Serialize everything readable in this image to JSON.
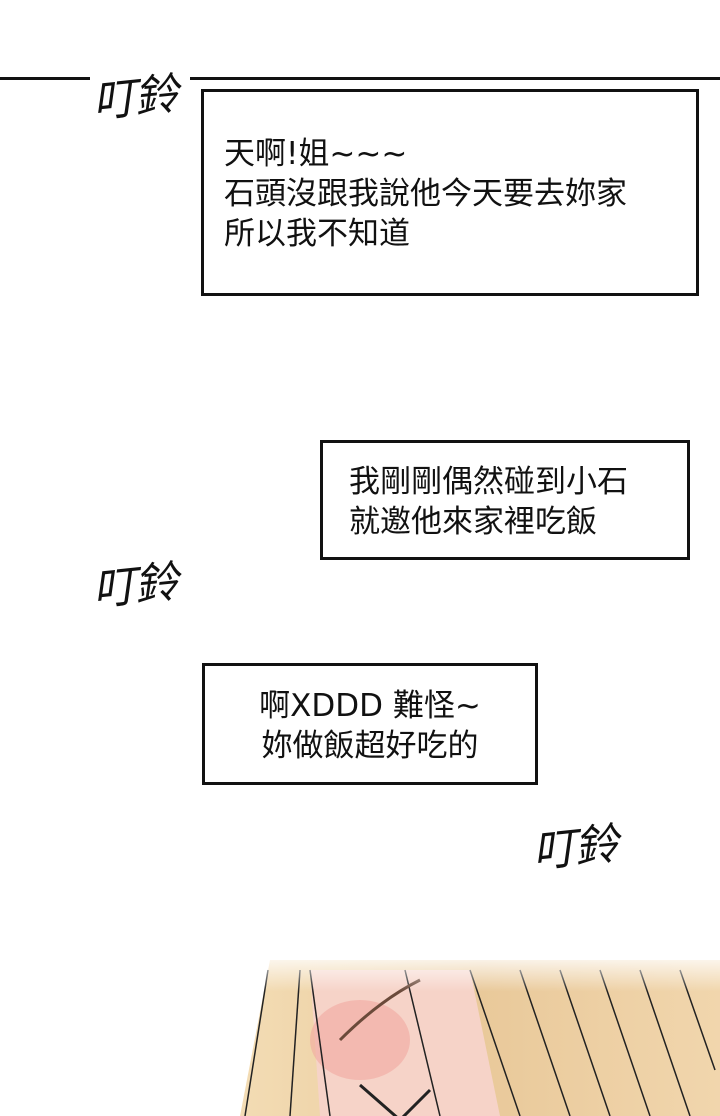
{
  "sound_effects": [
    "叮鈴",
    "叮鈴",
    "叮鈴"
  ],
  "bubbles": [
    {
      "lines": [
        "天啊!姐~~~",
        "石頭沒跟我說他今天要去妳家",
        "所以我不知道"
      ]
    },
    {
      "lines": [
        "我剛剛偶然碰到小石",
        "就邀他來家裡吃飯"
      ]
    },
    {
      "lines": [
        "啊XDDD 難怪~",
        "妳做飯超好吃的"
      ]
    }
  ]
}
